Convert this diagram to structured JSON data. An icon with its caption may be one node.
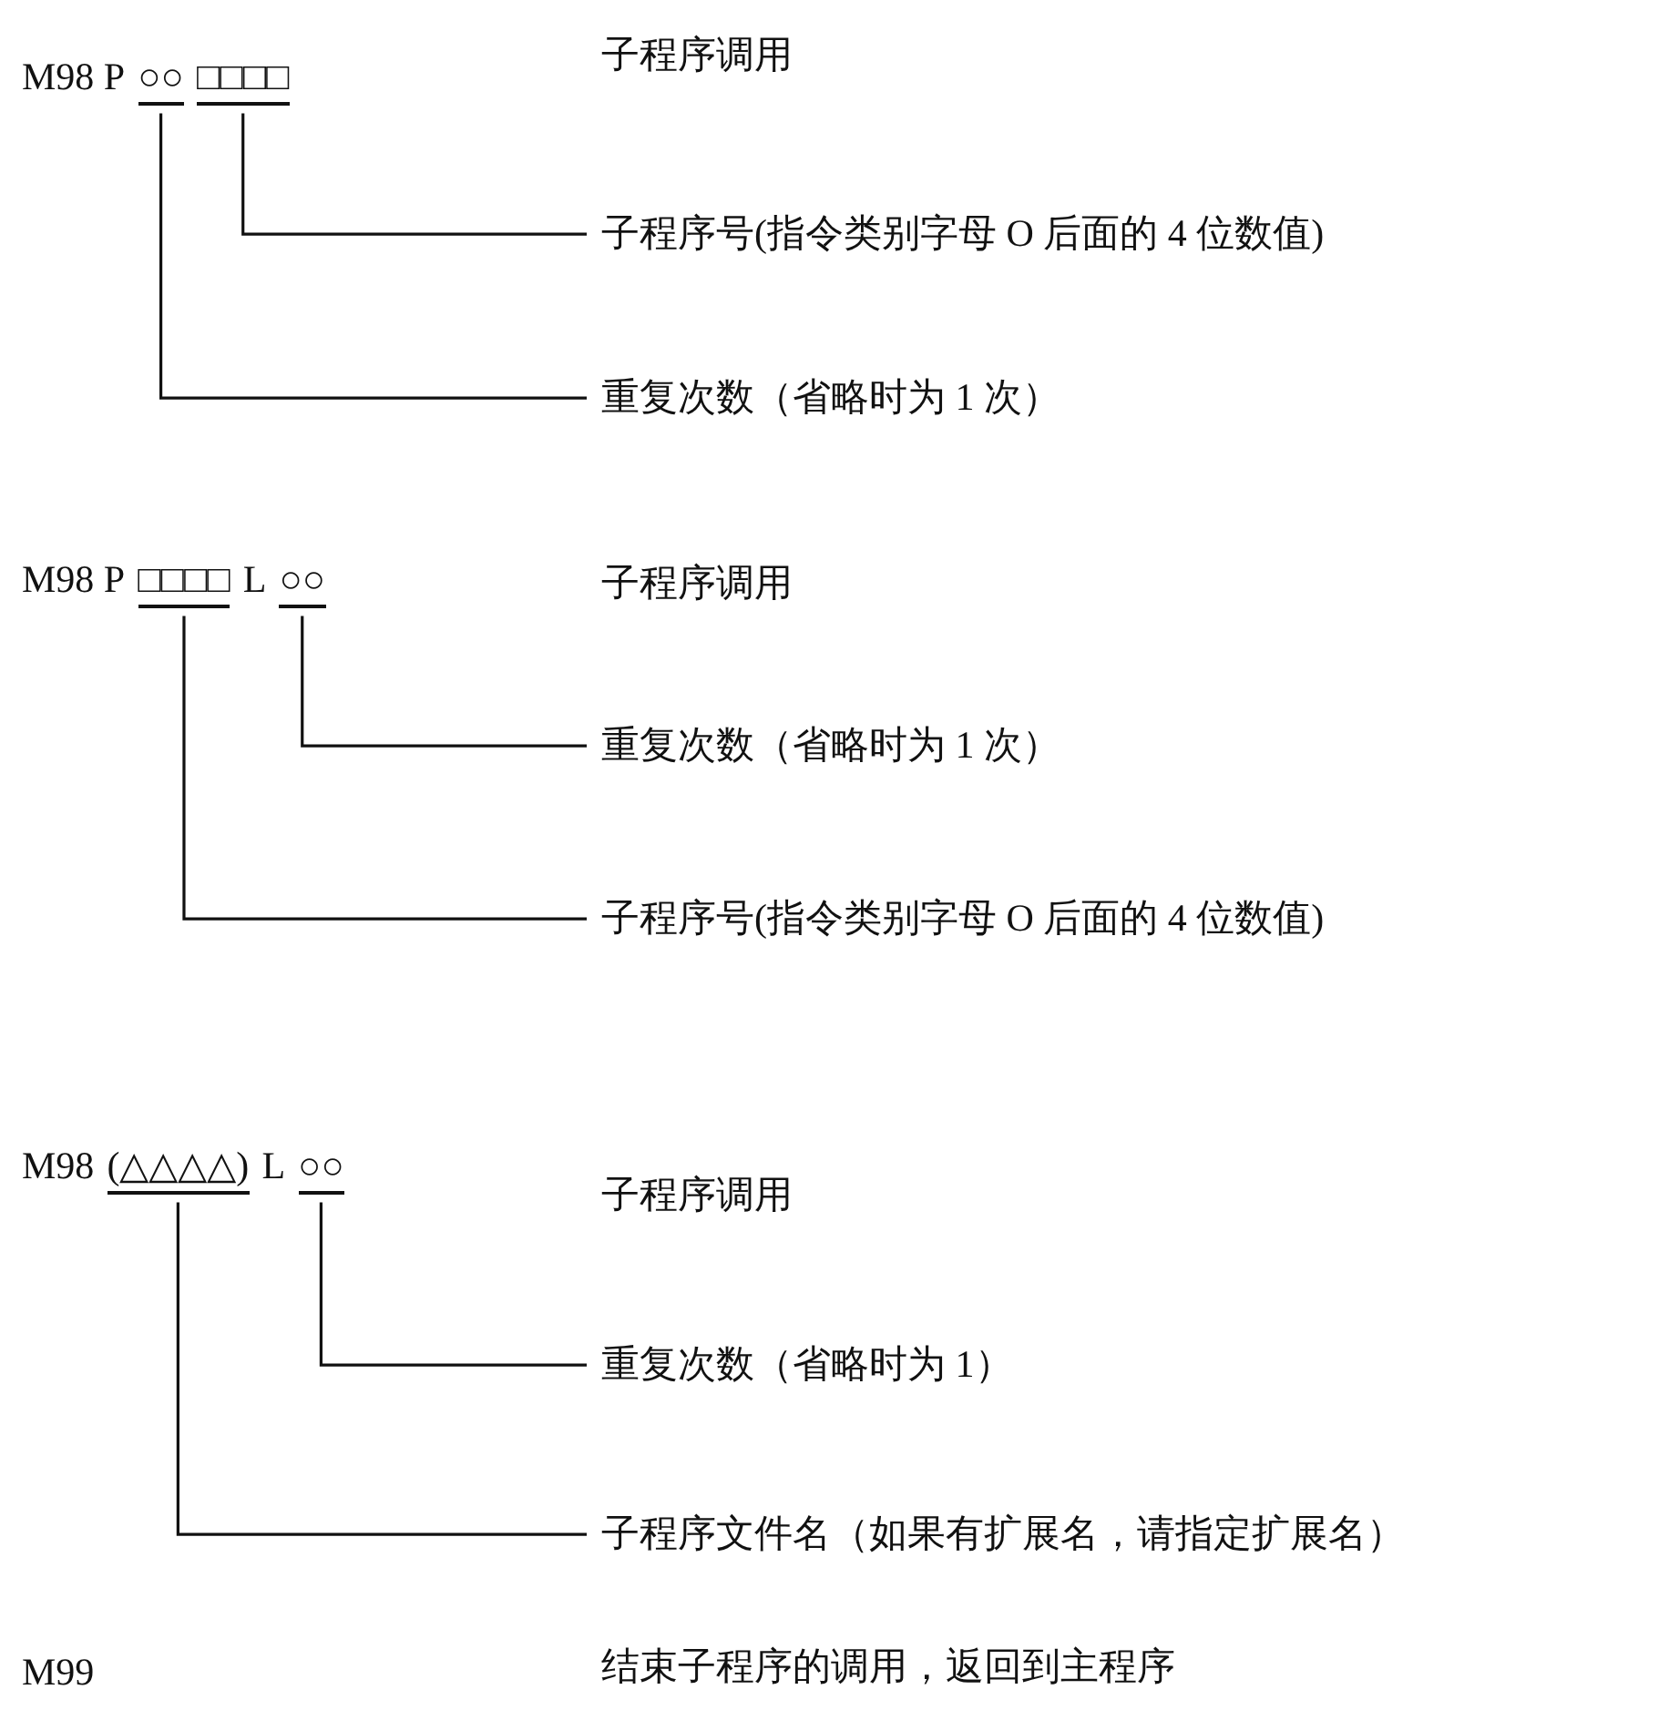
{
  "diagram": {
    "nodes": [
      {
        "text": [
          "○○"
        ]
      },
      {
        "text": [
          "□□□□"
        ]
      },
      {
        "text": [
          "子程序号(指令类别字母 O 后面的 4 位数值)"
        ]
      },
      {
        "text": [
          "重复次数（省略时为 1 次）"
        ]
      },
      {
        "text": [
          "□□□□"
        ]
      },
      {
        "text": [
          "○○"
        ]
      },
      {
        "text": [
          "重复次数（省略时为 1 次）"
        ]
      },
      {
        "text": [
          "子程序号(指令类别字母 O 后面的 4 位数值)"
        ]
      },
      {
        "text": [
          "(△△△△)"
        ]
      },
      {
        "text": [
          "○○"
        ]
      },
      {
        "text": [
          "重复次数（省略时为 1）"
        ]
      },
      {
        "text": [
          "子程序文件名（如果有扩展名，请指定扩展名）"
        ]
      }
    ],
    "edges": [
      {
        "from": 1,
        "to": 2,
        "arrow": "none"
      },
      {
        "from": 0,
        "to": 3,
        "arrow": "none"
      },
      {
        "from": 5,
        "to": 6,
        "arrow": "none"
      },
      {
        "from": 4,
        "to": 7,
        "arrow": "none"
      },
      {
        "from": 9,
        "to": 10,
        "arrow": "none"
      },
      {
        "from": 8,
        "to": 11,
        "arrow": "none"
      }
    ],
    "labels": [
      "M98 P",
      "子程序调用",
      "M98 P",
      "L",
      "子程序调用",
      "M98",
      "L",
      "子程序调用",
      "M99",
      "结束子程序的调用，返回到主程序"
    ]
  }
}
